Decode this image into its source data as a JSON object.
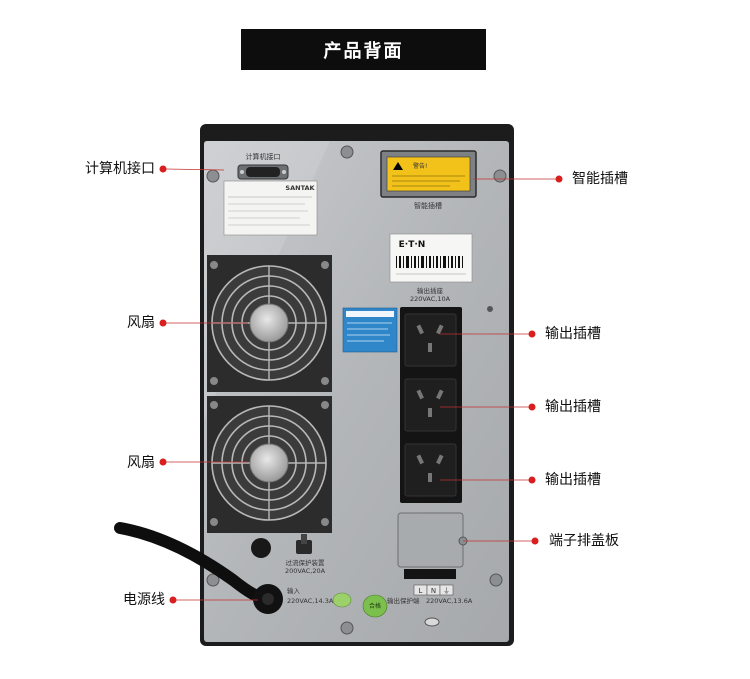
{
  "page": {
    "title": "产品背面"
  },
  "callouts": {
    "computer_port": "计算机接口",
    "fan_top": "风扇",
    "fan_bottom": "风扇",
    "power_cord": "电源线",
    "smart_slot": "智能插槽",
    "output_socket_1": "输出插槽",
    "output_socket_2": "输出插槽",
    "output_socket_3": "输出插槽",
    "terminal_cover": "端子排盖板"
  },
  "device_labels": {
    "port_label": "计算机接口",
    "brand_santak": "SANTAK",
    "warning_title": "警告!",
    "smart_slot_label": "智能插槽",
    "brand_eaton": "E·T·N",
    "output_socket_label": "输出插座",
    "output_socket_rating": "220VAC,10A",
    "breaker_label": "过流保护装置",
    "breaker_rating": "200VAC,20A",
    "input_label": "输入",
    "input_rating": "220VAC,14.3A",
    "output_terminal_label": "输出保护端",
    "output_terminal_rating": "220VAC,13.6A",
    "terminal_marks": [
      "L",
      "N",
      "⏚"
    ],
    "pass_badge": "合格"
  },
  "colors": {
    "banner_bg": "#0d0d0d",
    "callout_dot": "#d91e1e",
    "panel": "#b9bcbf",
    "frame": "#1c1c1c",
    "warning_yellow": "#f2c21a",
    "info_label_blue": "#2f86c9"
  }
}
